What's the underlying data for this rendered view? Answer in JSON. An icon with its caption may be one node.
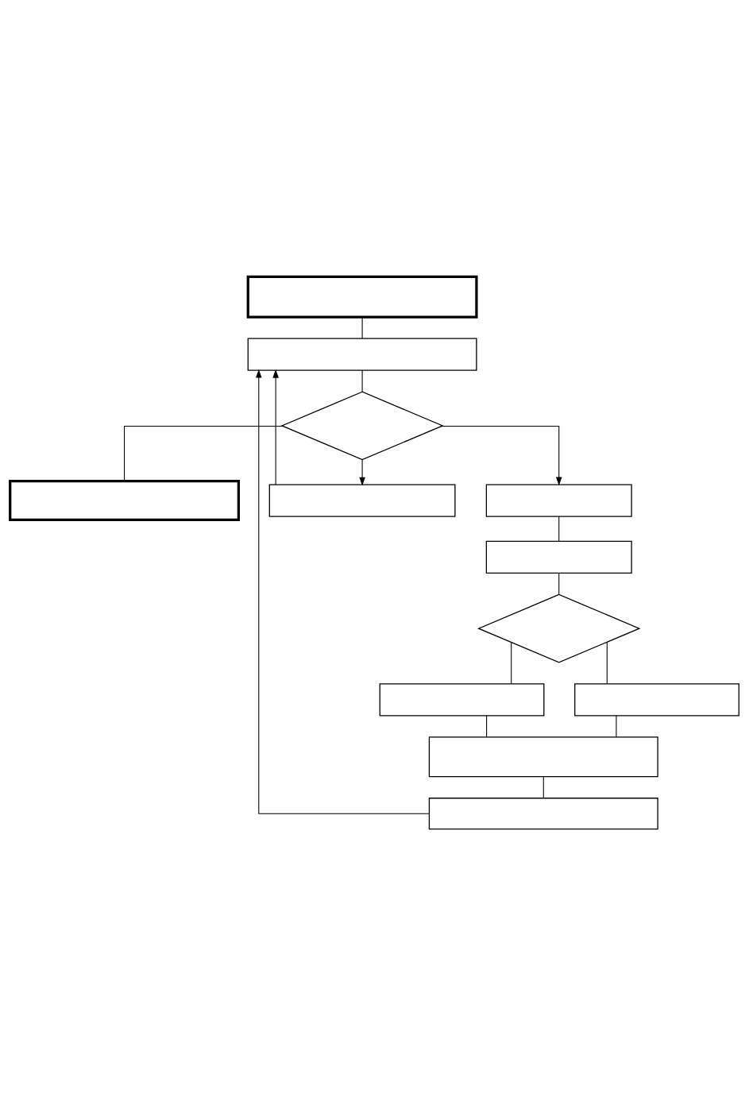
{
  "diagram": {
    "nodes": [
      {
        "text": [],
        "shape": "box"
      },
      {
        "text": [],
        "shape": "box"
      },
      {
        "text": [],
        "shape": "diamond"
      },
      {
        "text": [],
        "shape": "box"
      },
      {
        "text": [],
        "shape": "box"
      },
      {
        "text": [],
        "shape": "box"
      },
      {
        "text": [],
        "shape": "box"
      },
      {
        "text": [],
        "shape": "diamond"
      },
      {
        "text": [],
        "shape": "box"
      },
      {
        "text": [],
        "shape": "box"
      },
      {
        "text": [],
        "shape": "box"
      },
      {
        "text": [],
        "shape": "box"
      }
    ],
    "edges": [
      {
        "from": 0,
        "to": 1,
        "arrow": "none"
      },
      {
        "from": 1,
        "to": 2,
        "arrow": "none"
      },
      {
        "from": 2,
        "to": 3,
        "arrow": "none"
      },
      {
        "from": 2,
        "to": 4,
        "arrow": "to"
      },
      {
        "from": 2,
        "to": 5,
        "arrow": "to"
      },
      {
        "from": 5,
        "to": 6,
        "arrow": "none"
      },
      {
        "from": 6,
        "to": 7,
        "arrow": "none"
      },
      {
        "from": 7,
        "to": 8,
        "arrow": "none"
      },
      {
        "from": 7,
        "to": 9,
        "arrow": "none"
      },
      {
        "from": 8,
        "to": 10,
        "arrow": "none"
      },
      {
        "from": 9,
        "to": 10,
        "arrow": "none"
      },
      {
        "from": 10,
        "to": 11,
        "arrow": "none"
      },
      {
        "from": 4,
        "to": 1,
        "arrow": "to"
      },
      {
        "from": 11,
        "to": 1,
        "arrow": "to"
      }
    ]
  }
}
